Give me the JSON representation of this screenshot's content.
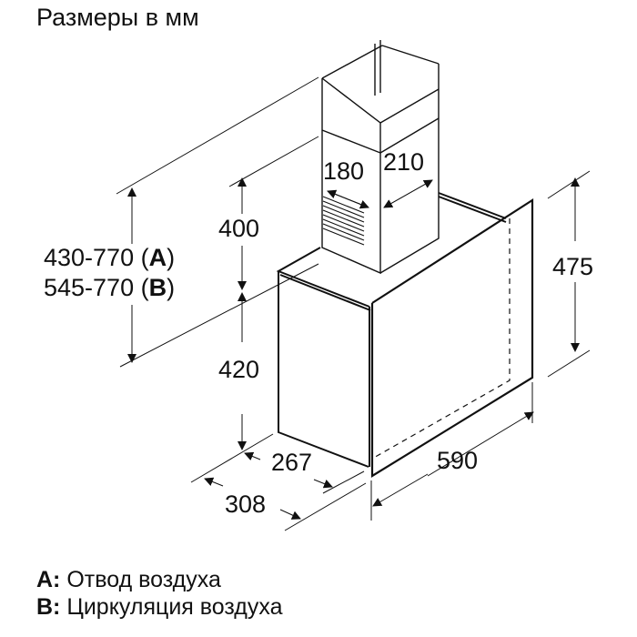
{
  "title": "Размеры в мм",
  "dimensions": {
    "chimney_depth": "180",
    "chimney_width": "210",
    "chimney_height": "400",
    "total_height_a": "430-770",
    "total_height_a_mode": "A",
    "total_height_b": "545-770",
    "total_height_b_mode": "B",
    "body_height": "420",
    "glass_height": "475",
    "body_depth": "267",
    "total_depth": "308",
    "width": "590"
  },
  "legend": [
    {
      "key": "A:",
      "label": "Отвод воздуха"
    },
    {
      "key": "B:",
      "label": "Циркуляция воздуха"
    }
  ],
  "colors": {
    "line": "#111111",
    "background": "#ffffff"
  }
}
